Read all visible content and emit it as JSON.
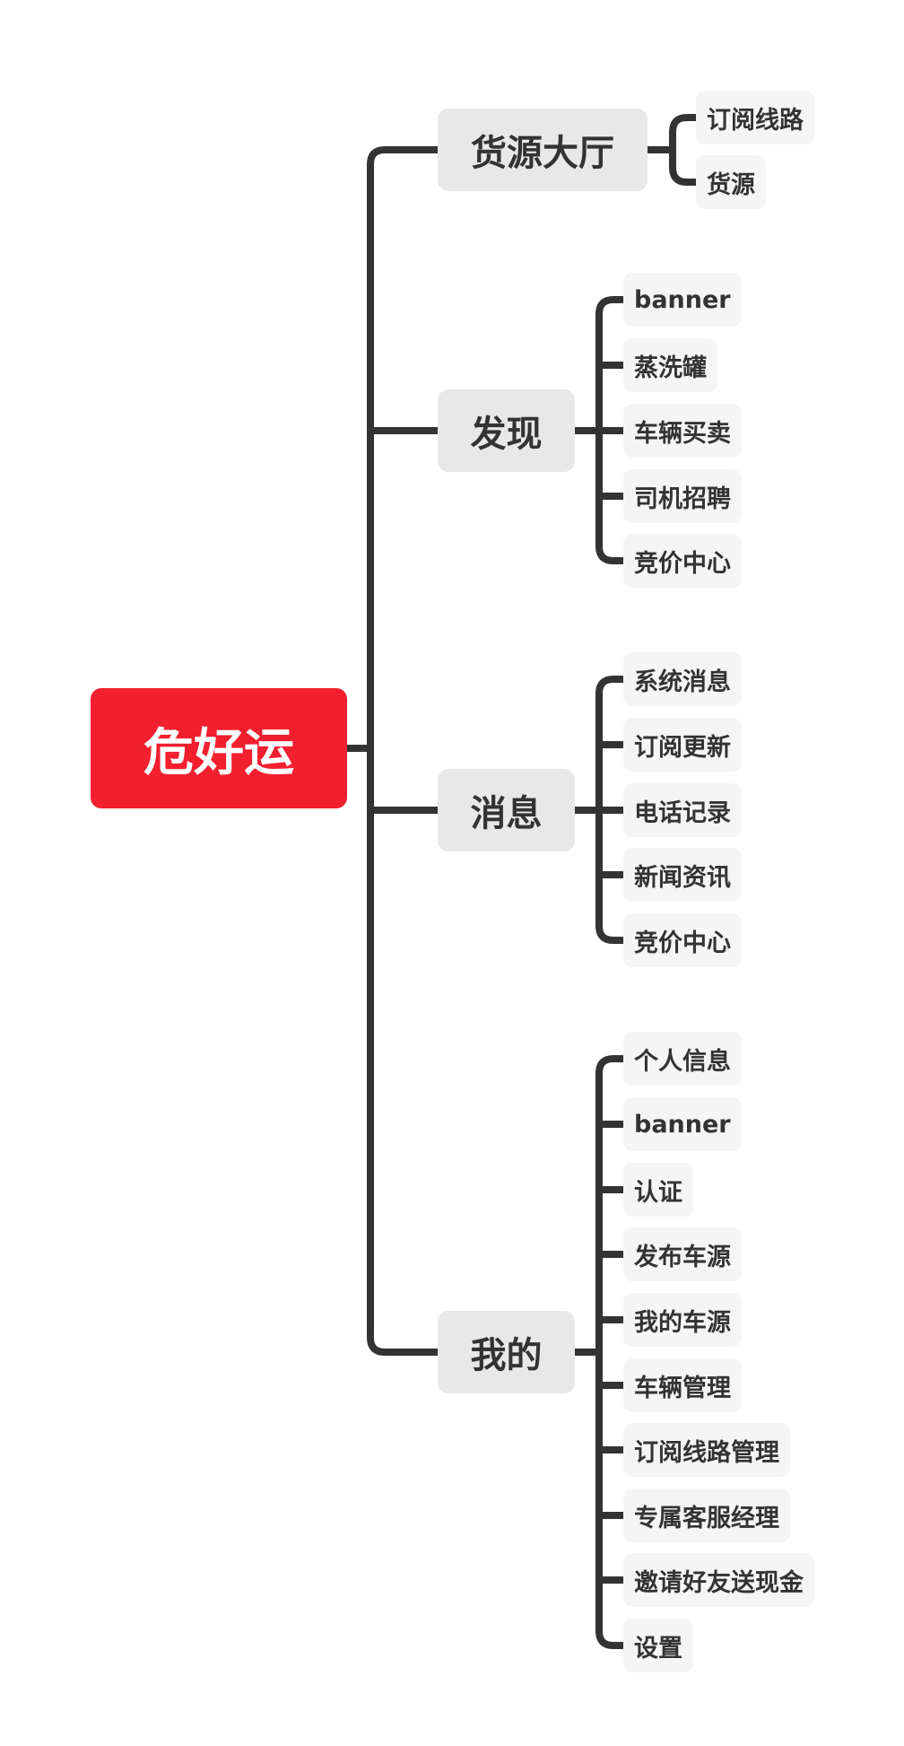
{
  "colors": {
    "root_background": "#f21f2f",
    "connector": "#333333"
  },
  "root": {
    "label": "危好运"
  },
  "branches": [
    {
      "label": "货源大厅",
      "children": [
        "订阅线路",
        "货源"
      ]
    },
    {
      "label": "发现",
      "children": [
        "banner",
        "蒸洗罐",
        "车辆买卖",
        "司机招聘",
        "竞价中心"
      ]
    },
    {
      "label": "消息",
      "children": [
        "系统消息",
        "订阅更新",
        "电话记录",
        "新闻资讯",
        "竞价中心"
      ]
    },
    {
      "label": "我的",
      "children": [
        "个人信息",
        "banner",
        "认证",
        "发布车源",
        "我的车源",
        "车辆管理",
        "订阅线路管理",
        "专属客服经理",
        "邀请好友送现金",
        "设置"
      ]
    }
  ]
}
